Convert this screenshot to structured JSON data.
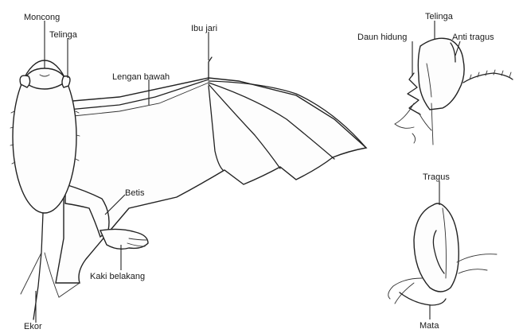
{
  "labels": {
    "moncong": "Moncong",
    "telinga_main": "Telinga",
    "ibu_jari": "Ibu jari",
    "lengan_bawah": "Lengan bawah",
    "betis": "Betis",
    "kaki_belakang": "Kaki belakang",
    "ekor": "Ekor",
    "telinga_head": "Telinga",
    "daun_hidung": "Daun hidung",
    "anti_tragus": "Anti tragus",
    "tragus": "Tragus",
    "mata": "Mata"
  }
}
